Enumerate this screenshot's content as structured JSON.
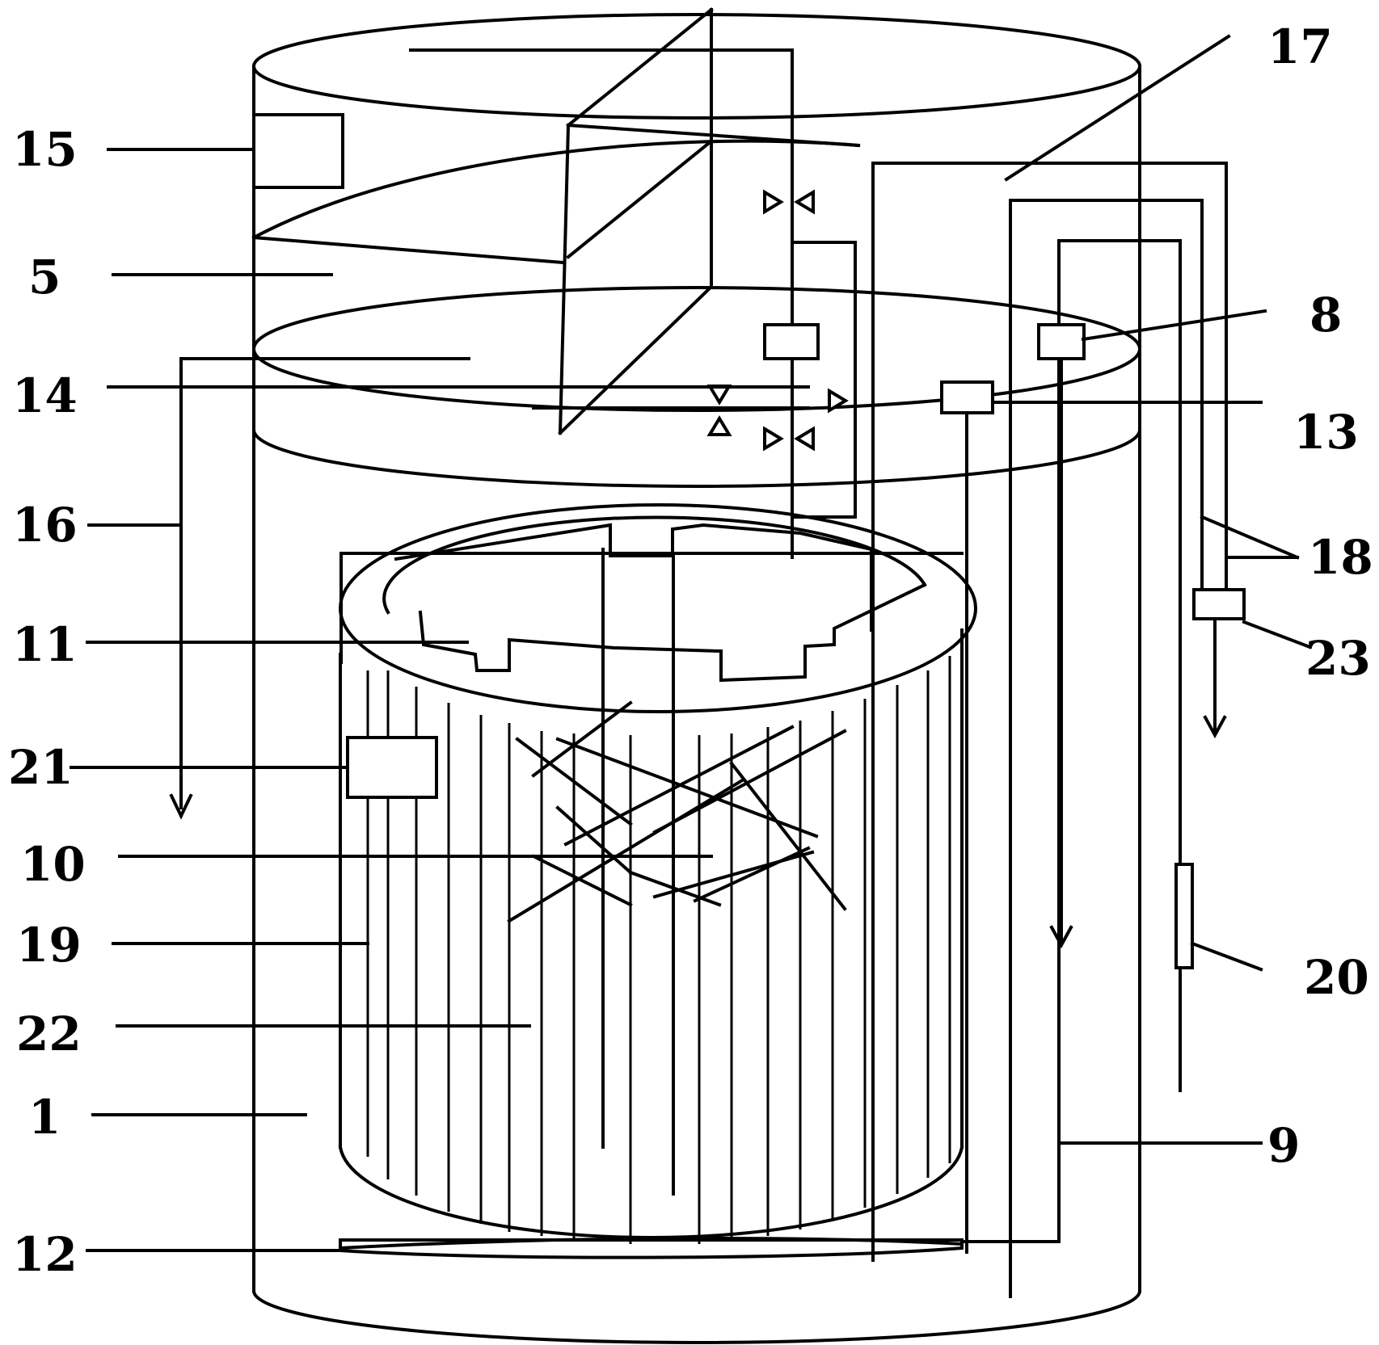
{
  "labels": {
    "l1": "1",
    "l5": "5",
    "l8": "8",
    "l9": "9",
    "l10": "10",
    "l11": "11",
    "l12": "12",
    "l13": "13",
    "l14": "14",
    "l15": "15",
    "l16": "16",
    "l17": "17",
    "l18": "18",
    "l19": "19",
    "l20": "20",
    "l21": "21",
    "l22": "22",
    "l23": "23"
  },
  "colors": {
    "stroke": "#000000",
    "background": "#ffffff"
  }
}
